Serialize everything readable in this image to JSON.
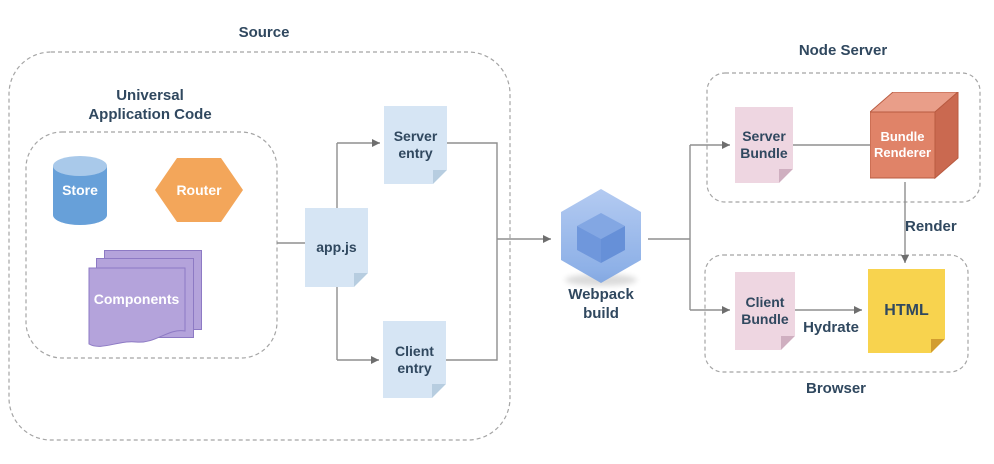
{
  "diagram": {
    "groups": {
      "source": {
        "title": "Source"
      },
      "universal": {
        "title": "Universal Application Code"
      },
      "node_server": {
        "title": "Node Server"
      },
      "browser": {
        "title": "Browser"
      }
    },
    "nodes": {
      "store": {
        "label": "Store",
        "shape": "cylinder",
        "color": "#67a0d9"
      },
      "router": {
        "label": "Router",
        "shape": "hexagon",
        "color": "#f3a65a"
      },
      "components": {
        "label": "Components",
        "shape": "stacked-sheets",
        "color": "#b4a3db"
      },
      "app_js": {
        "label": "app.js",
        "shape": "document",
        "color": "#d6e5f4"
      },
      "server_entry": {
        "label": "Server entry",
        "shape": "document",
        "color": "#d6e5f4"
      },
      "client_entry": {
        "label": "Client entry",
        "shape": "document",
        "color": "#d6e5f4"
      },
      "webpack": {
        "label": "Webpack build",
        "shape": "webpack-cube",
        "color": "#7fa6e4"
      },
      "server_bundle": {
        "label": "Server Bundle",
        "shape": "document",
        "color": "#eed6e1"
      },
      "bundle_renderer": {
        "label": "Bundle Renderer",
        "shape": "cube-3d",
        "color": "#e08368"
      },
      "client_bundle": {
        "label": "Client Bundle",
        "shape": "document",
        "color": "#eed6e1"
      },
      "html": {
        "label": "HTML",
        "shape": "document",
        "color": "#f8d34e"
      }
    },
    "edge_labels": {
      "render": "Render",
      "hydrate": "Hydrate"
    },
    "palette": {
      "text": "#30485f",
      "connector_line": "#8f8f8f",
      "arrowhead": "#6e6e6e",
      "dashed_border": "#a5a5a5",
      "doc_blue": "#d6e5f4",
      "doc_pink": "#eed6e1",
      "doc_yellow": "#f8d34e",
      "cube_front": "#e08368",
      "background": "#ffffff"
    }
  }
}
